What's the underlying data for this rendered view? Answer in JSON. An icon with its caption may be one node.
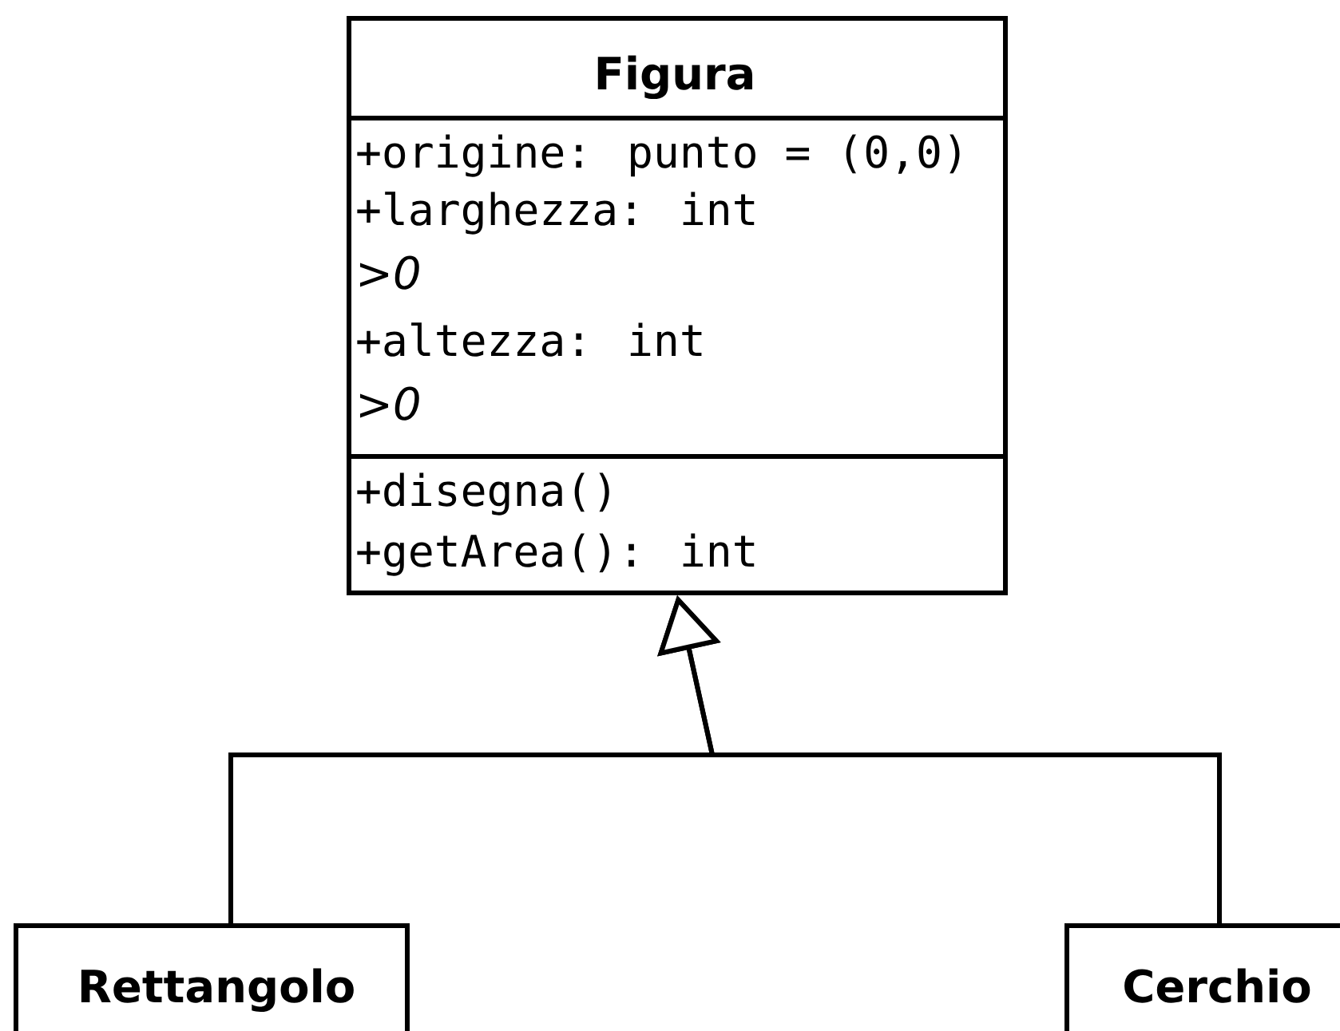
{
  "diagram": {
    "nodes": [
      {
        "text": [
          "Figura",
          "+origine: punto = (0,0)",
          "+larghezza: int",
          ">0",
          "+altezza: int",
          ">0",
          "+disegna()",
          "+getArea(): int"
        ]
      },
      {
        "text": [
          "Rettangolo"
        ]
      },
      {
        "text": [
          "Cerchio"
        ]
      }
    ],
    "edges": [
      {
        "from": 1,
        "to": 0,
        "arrow": "to"
      },
      {
        "from": 2,
        "to": 0,
        "arrow": "to"
      }
    ]
  }
}
